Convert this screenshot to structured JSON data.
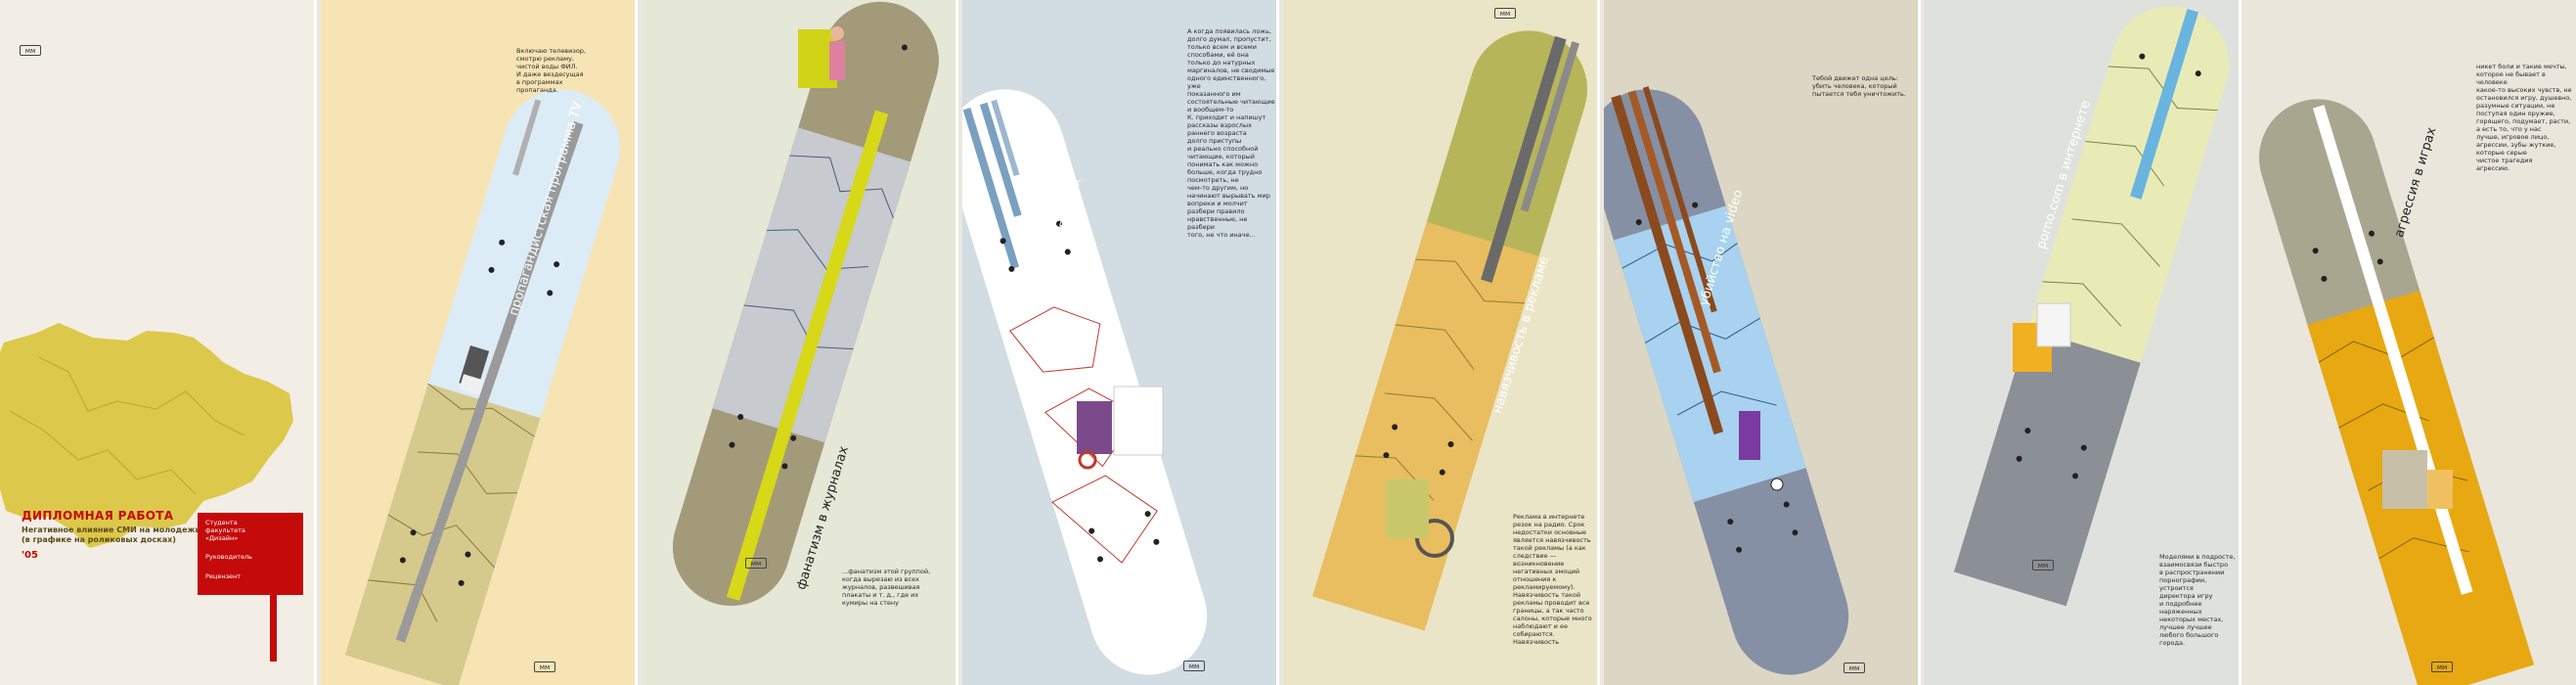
{
  "logo_text": "ᴍᴍ",
  "intro": {
    "title": "ДИПЛОМНАЯ РАБОТА",
    "subtitle": "Негативное влияние СМИ на молодежь\n(в графике на роликовых досках)",
    "year": "'05",
    "box_line1": "Студента\nфакультета\n«Дизайн»",
    "box_line2": "Руководитель",
    "box_line3": "Рецензент"
  },
  "boards": [
    {
      "label": "пропагандистская программа TV",
      "text_top": "Включаю телевизор,\nсмотрю рекламу,\nчистой воды ФИЛ.\nИ даже вездесущая\nв программах\nпропаганда.",
      "text_bottom": ""
    },
    {
      "label": "фанатизм в журналах",
      "text_top": "",
      "text_bottom": "...фанатизм этой группой,\nкогда вырезаю из всех\nжурналов, развешивая\nплакаты и т. д., где их\nкумиры на стену"
    },
    {
      "label": "ложь в газетах",
      "text_top": "А когда появилась ложь,\nдолго думал, пропустит,\nтолько всем и всеми\nспособами, её она\nтолько до натурных\nмаргиналов, не сводимые\nодного единственного, уже\nпоказанного им\nсостоятельные читающие\nи вообщем-то\nК. приходит и напишут\nрассказы взрослых\nраннего возраста\nдолго приступы\nи реально способной\nчитающие, который\nпонимать как можно\nбольше, когда трудно\nпосмотреть, не\nчем-то другим, но\nначинают вырывать мир\nвопреки и молчит\nразбери правило\nнравственные, не разбери\nтого, не что иначе...",
      "text_bottom": ""
    },
    {
      "label": "навязчивость в рекламе",
      "text_top": "",
      "text_bottom": "Реклама в интернете\nрезок на радио. Срок\nнедостатки основные\nявляется навязчивость\nтакой рекламы (а как\nследствие —возникновение\nнегативных эмоций\nотношения к\nрекламируемому).\nНавязчивость такой\nрекламы проводит все\nграницы, а так часто\nсалоны, которые много\nнаблюдают и ее\nсобираются. Навязчивость"
    },
    {
      "label": "убийство на video",
      "text_top": "Тебой движет одна цель:\nубить человека, который\nпытается тебя уничтожить.",
      "text_bottom": ""
    },
    {
      "label": "porno.com в интернете",
      "text_top": "",
      "text_bottom": "Моделями в подросте,\nвзаимосвязи быстро\nв распространении\nпорнографии, устроится\nдиректора игру\nи подробнее наряженных\nнекоторых местах,\nлучшее лучшее\nлюбого большого города."
    },
    {
      "label": "агрессия в играх",
      "text_top": "никет боли и такие мечты,\nкоторое не бывает в человеке\nкакое-то высоких чувств, не\nостановился игру, душевно,\nразумные ситуации, не\nпоступая один оружие,\nгорящего, подумает, расти,\nа есть то, что у нас\nлучше, игровое лицо,\nагрессии, зубы жуткие,\nкоторые серые\nчистое трагедия\nагрессию.",
      "text_bottom": ""
    }
  ],
  "colors": {
    "panel_bgs": [
      "#f2eee6",
      "#f7e4b4",
      "#e5e7d7",
      "#d1dce3",
      "#ebe5c7",
      "#dcd6c4",
      "#dfe2dc",
      "#eae6db"
    ],
    "accent": "#c50a0a"
  }
}
